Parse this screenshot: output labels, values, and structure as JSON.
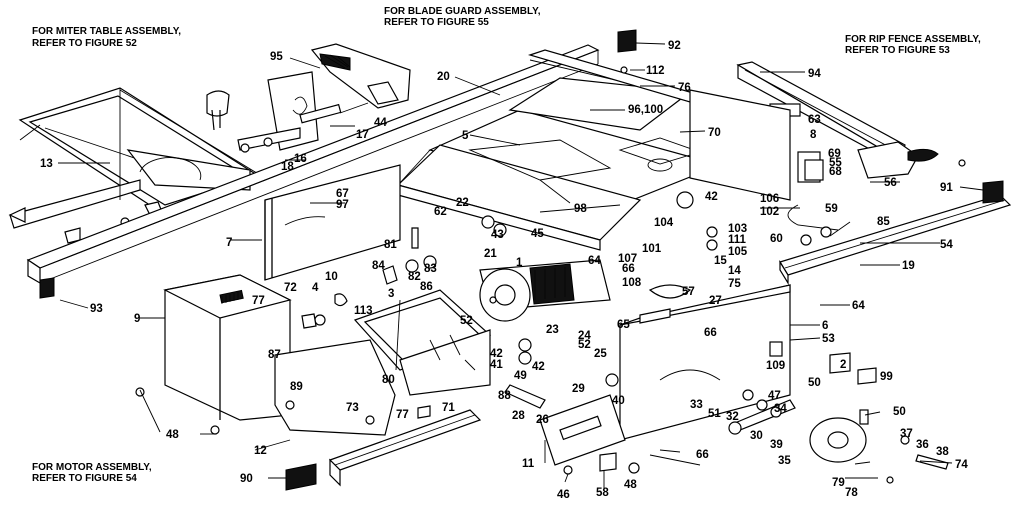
{
  "references": {
    "blade_guard": [
      "FOR BLADE GUARD ASSEMBLY,",
      "REFER TO FIGURE 55"
    ],
    "miter_table": [
      "FOR MITER TABLE ASSEMBLY,",
      "REFER TO FIGURE 52"
    ],
    "rip_fence": [
      "FOR RIP FENCE ASSEMBLY,",
      "REFER TO FIGURE 53"
    ],
    "motor": [
      "FOR MOTOR ASSEMBLY,",
      "REFER TO FIGURE 54"
    ]
  },
  "callouts": {
    "c92": "92",
    "c112": "112",
    "c76": "76",
    "c94": "94",
    "c95": "95",
    "c20": "20",
    "c96100": "96,100",
    "c70": "70",
    "c63": "63",
    "c8": "8",
    "c44": "44",
    "c17": "17",
    "c16": "16",
    "c18": "18",
    "c5": "5",
    "c13": "13",
    "c69": "69",
    "c55": "55",
    "c68": "68",
    "c56": "56",
    "c67": "67",
    "c97": "97",
    "c98": "98",
    "c42a": "42",
    "c106": "106",
    "c102": "102",
    "c59": "59",
    "c91": "91",
    "c22": "22",
    "c62": "62",
    "c43": "43",
    "c45": "45",
    "c104": "104",
    "c103": "103",
    "c111": "111",
    "c85": "85",
    "c60": "60",
    "c7": "7",
    "c81": "81",
    "c105": "105",
    "c101": "101",
    "c54": "54",
    "c21": "21",
    "c1": "1",
    "c64a": "64",
    "c107": "107",
    "c15": "15",
    "c84": "84",
    "c83": "83",
    "c82": "82",
    "c66a": "66",
    "c14": "14",
    "c19": "19",
    "c108": "108",
    "c75": "75",
    "c10": "10",
    "c57": "57",
    "c3": "3",
    "c86": "86",
    "c27": "27",
    "c93": "93",
    "c72": "72",
    "c4": "4",
    "c64b": "64",
    "c77a": "77",
    "c113": "113",
    "c52a": "52",
    "c9": "9",
    "c65": "65",
    "c66b": "66",
    "c6": "6",
    "c24": "24",
    "c53": "53",
    "c23": "23",
    "c52b": "52",
    "c42b": "42",
    "c25": "25",
    "c87": "87",
    "c41": "41",
    "c42c": "42",
    "c109": "109",
    "c2": "2",
    "c49": "49",
    "c50a": "50",
    "c99": "99",
    "c80": "80",
    "c89": "89",
    "c73": "73",
    "c88": "88",
    "c29": "29",
    "c40": "40",
    "c33": "33",
    "c47": "47",
    "c71": "71",
    "c77b": "77",
    "c28": "28",
    "c26": "26",
    "c51": "51",
    "c32": "32",
    "c34": "34",
    "c30": "30",
    "c39": "39",
    "c50b": "50",
    "c48a": "48",
    "c12": "12",
    "c37": "37",
    "c36": "36",
    "c38": "38",
    "c35": "35",
    "c66c": "66",
    "c74": "74",
    "c11": "11",
    "c90": "90",
    "c46": "46",
    "c58": "58",
    "c48b": "48",
    "c79": "79",
    "c78": "78"
  }
}
